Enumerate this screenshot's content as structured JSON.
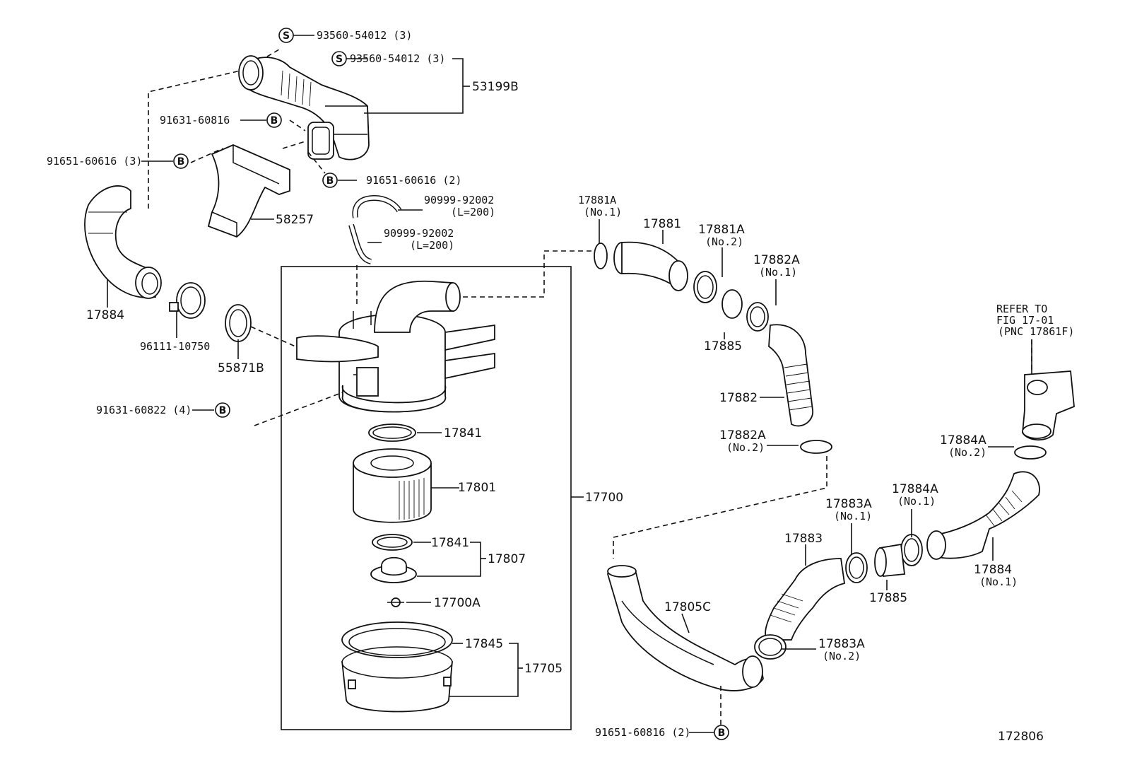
{
  "labels": {
    "p93560_a": "93560-54012 (3)",
    "p93560_b": "93560-54012 (3)",
    "p53199B": "53199B",
    "p91631_60816": "91631-60816",
    "p91651_60616_3": "91651-60616 (3)",
    "p91651_60616_2": "91651-60616 (2)",
    "p58257": "58257",
    "p90999_a": "90999-92002",
    "p90999_a_len": "(L=200)",
    "p90999_b": "90999-92002",
    "p90999_b_len": "(L=200)",
    "p17884": "17884",
    "p96111": "96111-10750",
    "p55871B": "55871B",
    "p91631_60822": "91631-60822 (4)",
    "p17841_a": "17841",
    "p17801": "17801",
    "p17700": "17700",
    "p17841_b": "17841",
    "p17807": "17807",
    "p17700A": "17700A",
    "p17845": "17845",
    "p17705": "17705",
    "p17881A_1": "17881A",
    "p17881A_1_no": "(No.1)",
    "p17881": "17881",
    "p17881A_2": "17881A",
    "p17881A_2_no": "(No.2)",
    "p17882A_1": "17882A",
    "p17882A_1_no": "(No.1)",
    "p17885_a": "17885",
    "p17882": "17882",
    "p17882A_2": "17882A",
    "p17882A_2_no": "(No.2)",
    "ref1": "REFER TO",
    "ref2": "FIG 17-01",
    "ref3": "(PNC 17861F)",
    "p17884A_2": "17884A",
    "p17884A_2_no": "(No.2)",
    "p17884A_1": "17884A",
    "p17884A_1_no": "(No.1)",
    "p17883A_1": "17883A",
    "p17883A_1_no": "(No.1)",
    "p17883": "17883",
    "p17885_b": "17885",
    "p17884_1": "17884",
    "p17884_1_no": "(No.1)",
    "p17805C": "17805C",
    "p17883A_2": "17883A",
    "p17883A_2_no": "(No.2)",
    "p91651_60816_2": "91651-60816 (2)",
    "fig_no": "172806"
  },
  "symbols": {
    "s": "S",
    "b": "B"
  }
}
